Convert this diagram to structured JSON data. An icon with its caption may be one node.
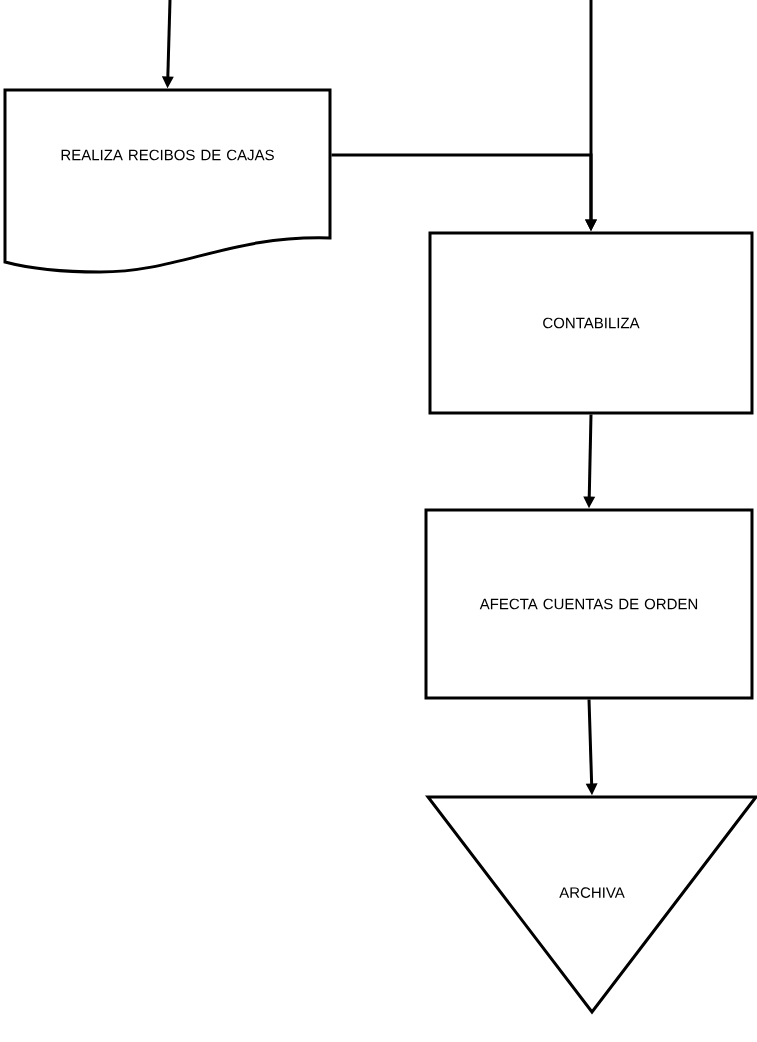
{
  "diagram": {
    "nodes": [
      {
        "text": [
          "REALIZA RECIBOS DE CAJAS"
        ]
      },
      {
        "text": [
          "CONTABILIZA"
        ]
      },
      {
        "text": [
          "AFECTA CUENTAS DE ORDEN"
        ]
      },
      {
        "text": [
          "ARCHIVA"
        ]
      }
    ],
    "edges": [
      {
        "from": null,
        "to": 0,
        "arrow": "to"
      },
      {
        "from": null,
        "to": 1,
        "arrow": "to"
      },
      {
        "from": 0,
        "to": 1,
        "arrow": "to"
      },
      {
        "from": 1,
        "to": 2,
        "arrow": "to"
      },
      {
        "from": 2,
        "to": 3,
        "arrow": "to"
      }
    ]
  }
}
